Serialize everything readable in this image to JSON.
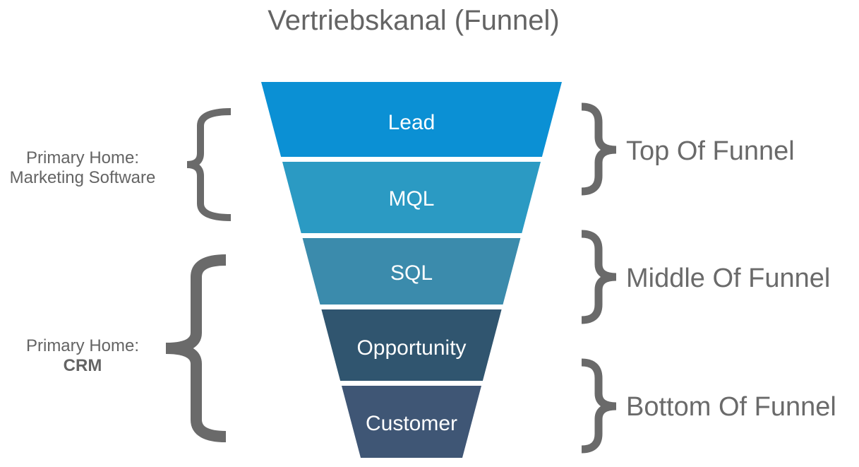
{
  "title": "Vertriebskanal (Funnel)",
  "colors": {
    "annotation_gray": "#6a6a6a",
    "title_gray": "#646464",
    "funnel_text": "#ffffff"
  },
  "funnel": {
    "segments": [
      {
        "label": "Lead",
        "color": "#0b90d4"
      },
      {
        "label": "MQL",
        "color": "#2b9ac3"
      },
      {
        "label": "SQL",
        "color": "#3b8bac"
      },
      {
        "label": "Opportunity",
        "color": "#30556f"
      },
      {
        "label": "Customer",
        "color": "#3f5675"
      }
    ]
  },
  "left_annotations": [
    {
      "line1": "Primary Home:",
      "line2": "Marketing Software"
    },
    {
      "line1": "Primary Home:",
      "line2": "CRM"
    }
  ],
  "right_annotations": [
    {
      "label": "Top Of Funnel"
    },
    {
      "label": "Middle Of Funnel"
    },
    {
      "label": "Bottom Of Funnel"
    }
  ]
}
